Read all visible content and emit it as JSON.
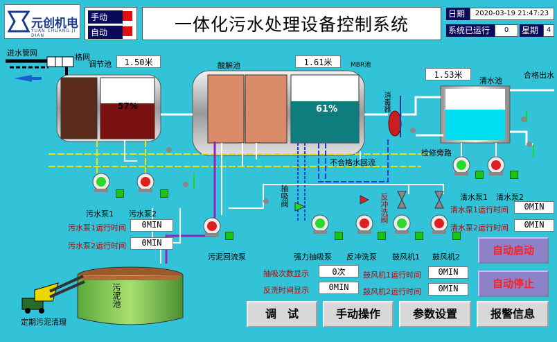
{
  "header": {
    "logo_text": "元创机电",
    "logo_sub": "YUAN CHUANG JI DIAN",
    "mode_manual": "手动",
    "mode_auto": "自动",
    "title": "一体化污水处理设备控制系统",
    "date_label": "日期",
    "date_value": "2020-03-19 21:47:23",
    "runtime_label": "系统已运行",
    "runtime_value": "0",
    "week_label": "星期",
    "week_value": "4"
  },
  "process": {
    "inlet_label": "进水管网",
    "grid_label": "格网",
    "regulating_tank_label": "调节池",
    "regulating_level": "1.50米",
    "regulating_pct": "57%",
    "acid_tank_label": "酸解池",
    "mbr_level": "1.61米",
    "mbr_label": "MBR池",
    "mbr_pct": "61%",
    "disinfector_label": "消毒器",
    "clear_tank_label": "清水池",
    "clear_level": "1.53米",
    "qualified_outlet_label": "合格出水",
    "repair_bypass_label": "检修旁路",
    "unqualified_return_label": "不合格水回流",
    "sludge_tank_label": "污泥池",
    "periodic_sludge_label": "定期污泥清理"
  },
  "pumps": {
    "sewage_pump1_label": "污水泵1",
    "sewage_pump2_label": "污水泵2",
    "sludge_return_label": "污泥回流泵",
    "suction_valve_label": "抽吸阀",
    "backwash_valve_label": "反冲洗阀",
    "strong_suction_label": "强力抽吸泵",
    "backwash_pump_label": "反冲洗泵",
    "blower1_label": "鼓风机1",
    "blower2_label": "鼓风机2",
    "clear_pump1_label": "清水泵1",
    "clear_pump2_label": "清水泵2"
  },
  "runtimes": {
    "sewage1_label": "污水泵1运行时间",
    "sewage1_value": "0MIN",
    "sewage2_label": "污水泵2运行时间",
    "sewage2_value": "0MIN",
    "clear1_label": "清水泵1运行时间",
    "clear1_value": "0MIN",
    "clear2_label": "清水泵2运行时间",
    "clear2_value": "0MIN",
    "suction_count_label": "抽吸次数显示",
    "suction_count_value": "0次",
    "backwash_time_label": "反洗时间显示",
    "backwash_time_value": "0MIN",
    "blower1_label": "鼓风机1运行时间",
    "blower1_value": "0MIN",
    "blower2_label": "鼓风机2运行时间",
    "blower2_value": "0MIN"
  },
  "buttons": {
    "auto_start": "自动启动",
    "auto_stop": "自动停止",
    "debug": "调　试",
    "manual_op": "手动操作",
    "params": "参数设置",
    "alarm": "报警信息"
  },
  "colors": {
    "background": "#32c3d8",
    "sludge_brown": "#7a1010",
    "mbr_teal": "#0f7d7d",
    "clear_cyan": "#00e0f0",
    "acid_tan": "#d98c67",
    "status_green": "#19c419"
  }
}
